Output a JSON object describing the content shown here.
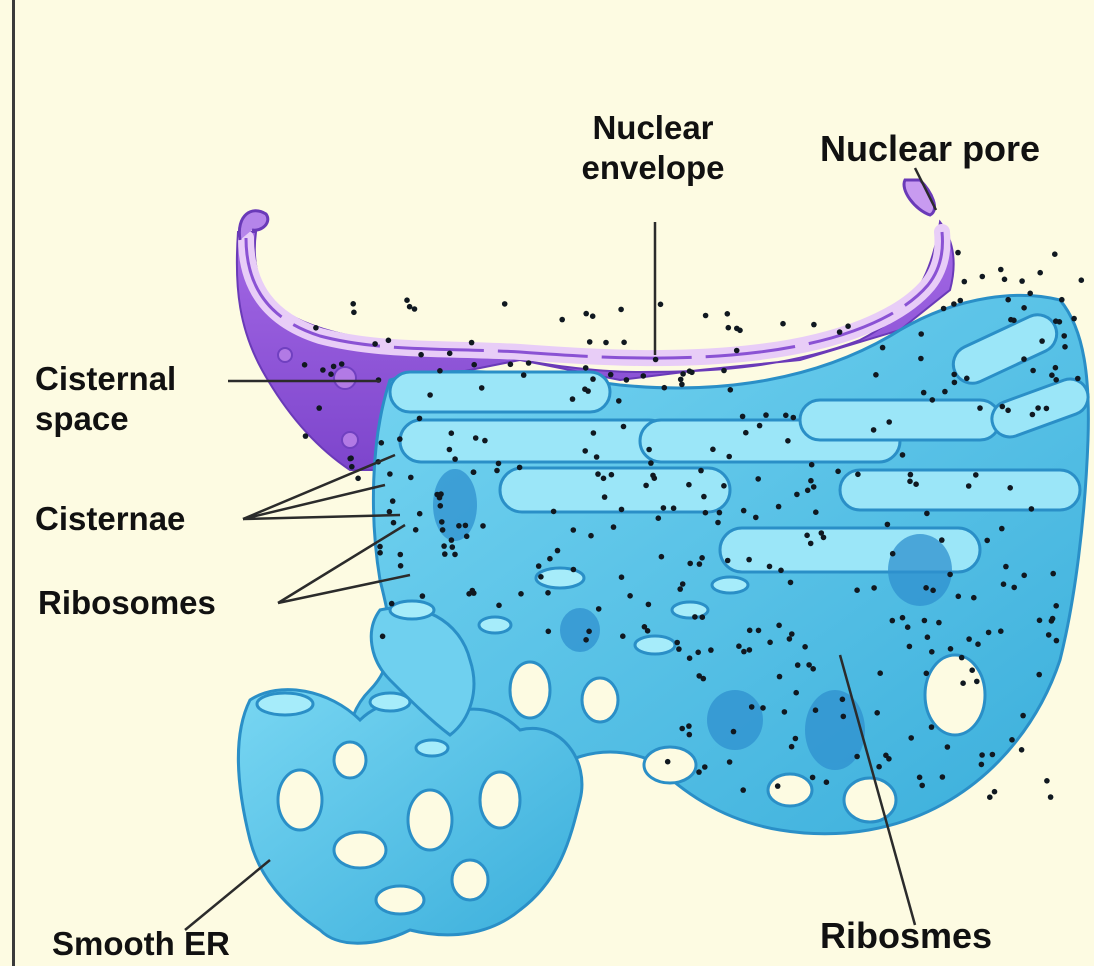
{
  "labels": {
    "nuclear_envelope": {
      "line1": "Nuclear",
      "line2": "envelope"
    },
    "nuclear_pore": "Nuclear pore",
    "cisternal_space": {
      "line1": "Cisternal",
      "line2": "space"
    },
    "cisternae": "Cisternae",
    "ribosomes_left": "Ribosomes",
    "smooth_er": "Smooth ER",
    "ribosomes_right": "Ribosmes"
  },
  "colors": {
    "background": "#fdfbe2",
    "nuclear_envelope": "#8d55d8",
    "nuclear_envelope_light": "#e5c8f5",
    "rough_er": "#4fc2e6",
    "rough_er_light": "#8fe0f5",
    "rough_er_dark": "#2487c4",
    "ribosome_dot": "#101820",
    "leader_line": "#2b2b2b"
  }
}
